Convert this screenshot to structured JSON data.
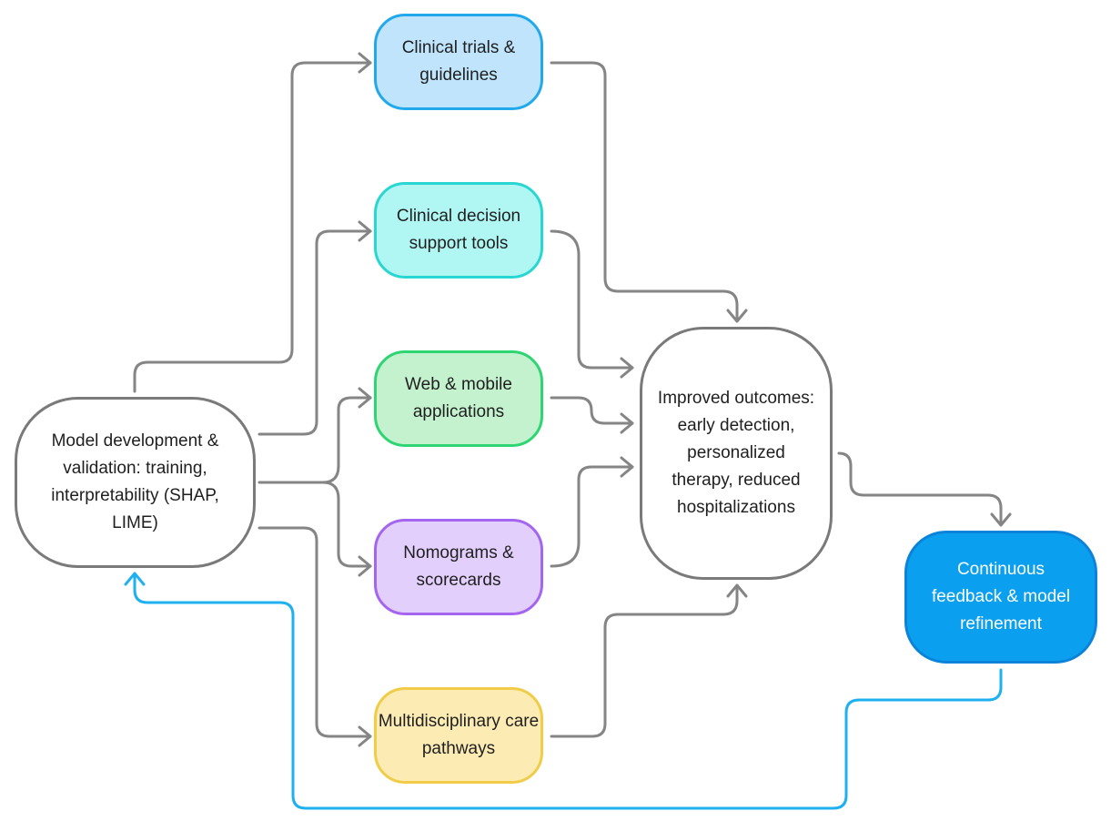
{
  "nodes": {
    "model": "Model development & validation: training, interpretability (SHAP, LIME)",
    "trials": "Clinical trials & guidelines",
    "cds": "Clinical decision support tools",
    "web": "Web & mobile applications",
    "nomograms": "Nomograms & scorecards",
    "care": "Multidisciplinary care pathways",
    "outcomes": "Improved outcomes: early detection, personalized therapy, reduced hospitalizations",
    "feedback": "Continuous feedback & model refinement"
  },
  "colors": {
    "connector": "#858585",
    "feedback_connector": "#1fb0ef",
    "trials_fill": "#bfe4fb",
    "cds_fill": "#b0f7f4",
    "web_fill": "#c4f2cf",
    "nomograms_fill": "#e3cffb",
    "care_fill": "#fcecb4",
    "feedback_fill": "#0b9ff0"
  }
}
